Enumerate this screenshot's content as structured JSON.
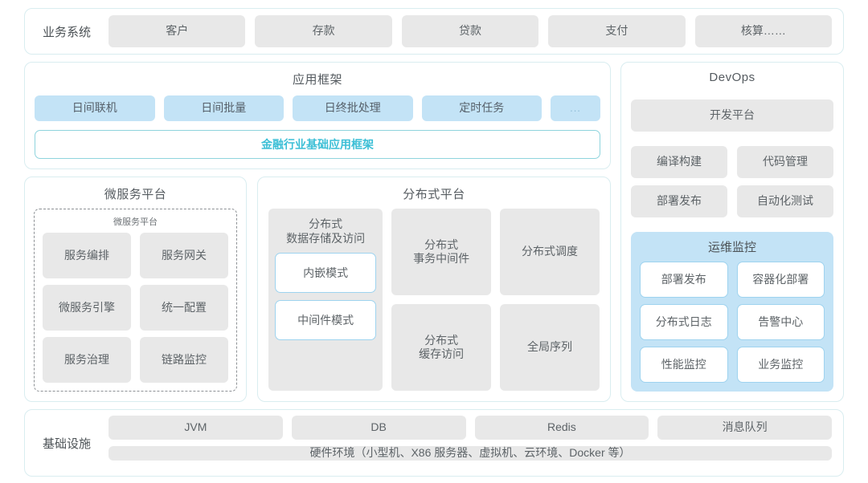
{
  "business_system": {
    "label": "业务系统",
    "items": [
      "客户",
      "存款",
      "贷款",
      "支付",
      "核算……"
    ]
  },
  "app_framework": {
    "title": "应用框架",
    "chips": [
      "日间联机",
      "日间批量",
      "日终批处理",
      "定时任务"
    ],
    "ellipsis": "...",
    "framework_bar": "金融行业基础应用框架"
  },
  "microservice_platform": {
    "title": "微服务平台",
    "inner_title": "微服务平台",
    "items": [
      "服务编排",
      "服务网关",
      "微服务引擎",
      "统一配置",
      "服务治理",
      "链路监控"
    ]
  },
  "distributed_platform": {
    "title": "分布式平台",
    "col1": {
      "title": "分布式\n数据存储及访问",
      "title_line1": "分布式",
      "title_line2": "数据存储及访问",
      "modes": [
        "内嵌模式",
        "中间件模式"
      ]
    },
    "grid": [
      {
        "line1": "分布式",
        "line2": "事务中间件"
      },
      {
        "line1": "分布式调度",
        "line2": ""
      },
      {
        "line1": "分布式",
        "line2": "缓存访问"
      },
      {
        "line1": "全局序列",
        "line2": ""
      }
    ]
  },
  "devops": {
    "title": "DevOps",
    "wide_item": "开发平台",
    "grid_items": [
      "编译构建",
      "代码管理",
      "部署发布",
      "自动化测试"
    ],
    "ops_monitor": {
      "title": "运维监控",
      "items": [
        "部署发布",
        "容器化部署",
        "分布式日志",
        "告警中心",
        "性能监控",
        "业务监控"
      ]
    }
  },
  "infrastructure": {
    "label": "基础设施",
    "items": [
      "JVM",
      "DB",
      "Redis",
      "消息队列"
    ],
    "hardware": "硬件环境（小型机、X86 服务器、虚拟机、云环境、Docker 等）"
  },
  "colors": {
    "border_teal": "#d9edf0",
    "chip_gray": "#e8e8e8",
    "chip_blue": "#c3e3f6",
    "accent_cyan": "#3cbfd6",
    "blue_outline": "#9ed3ef",
    "text": "#5d6367"
  }
}
